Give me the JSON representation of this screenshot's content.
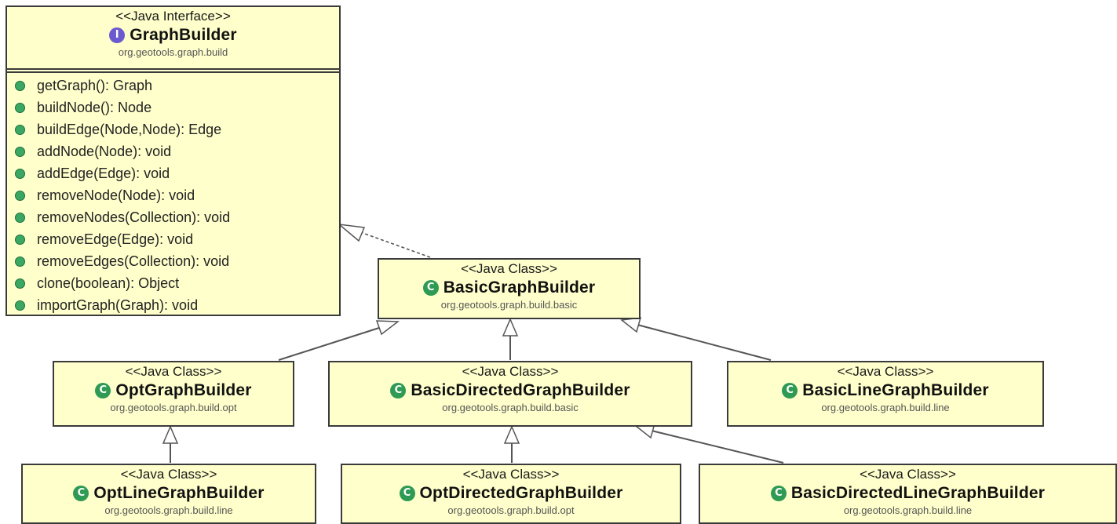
{
  "interface": {
    "stereotype": "<<Java Interface>>",
    "icon": "interface-icon",
    "name": "GraphBuilder",
    "package": "org.geotools.graph.build",
    "methods": [
      "getGraph(): Graph",
      "buildNode(): Node",
      "buildEdge(Node,Node): Edge",
      "addNode(Node): void",
      "addEdge(Edge): void",
      "removeNode(Node): void",
      "removeNodes(Collection): void",
      "removeEdge(Edge): void",
      "removeEdges(Collection): void",
      "clone(boolean): Object",
      "importGraph(Graph): void"
    ]
  },
  "classes": {
    "basic": {
      "stereotype": "<<Java Class>>",
      "name": "BasicGraphBuilder",
      "package": "org.geotools.graph.build.basic"
    },
    "opt": {
      "stereotype": "<<Java Class>>",
      "name": "OptGraphBuilder",
      "package": "org.geotools.graph.build.opt"
    },
    "basic_directed": {
      "stereotype": "<<Java Class>>",
      "name": "BasicDirectedGraphBuilder",
      "package": "org.geotools.graph.build.basic"
    },
    "basic_line": {
      "stereotype": "<<Java Class>>",
      "name": "BasicLineGraphBuilder",
      "package": "org.geotools.graph.build.line"
    },
    "opt_line": {
      "stereotype": "<<Java Class>>",
      "name": "OptLineGraphBuilder",
      "package": "org.geotools.graph.build.line"
    },
    "opt_directed": {
      "stereotype": "<<Java Class>>",
      "name": "OptDirectedGraphBuilder",
      "package": "org.geotools.graph.build.opt"
    },
    "basic_directed_line": {
      "stereotype": "<<Java Class>>",
      "name": "BasicDirectedLineGraphBuilder",
      "package": "org.geotools.graph.build.line"
    }
  },
  "class_icon_letter": "C",
  "interface_icon_letter": "I",
  "colors": {
    "box_fill": "#ffffcc",
    "border": "#3a3a3a",
    "class_icon": "#2e9a54",
    "interface_icon": "#6a5acd",
    "method_dot": "#3aa862"
  }
}
